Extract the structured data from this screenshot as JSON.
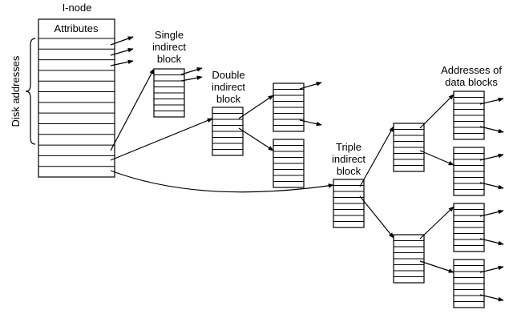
{
  "inode": {
    "title": "I-node",
    "attributes": "Attributes",
    "disk_addresses_label": "Disk addresses"
  },
  "single": {
    "label_line1": "Single",
    "label_line2": "indirect",
    "label_line3": "block"
  },
  "double": {
    "label_line1": "Double",
    "label_line2": "indirect",
    "label_line3": "block"
  },
  "triple": {
    "label_line1": "Triple",
    "label_line2": "indirect",
    "label_line3": "block"
  },
  "data_blocks": {
    "label_line1": "Addresses of",
    "label_line2": "data blocks"
  },
  "colors": {
    "stroke": "#000000",
    "fill": "#ffffff"
  }
}
